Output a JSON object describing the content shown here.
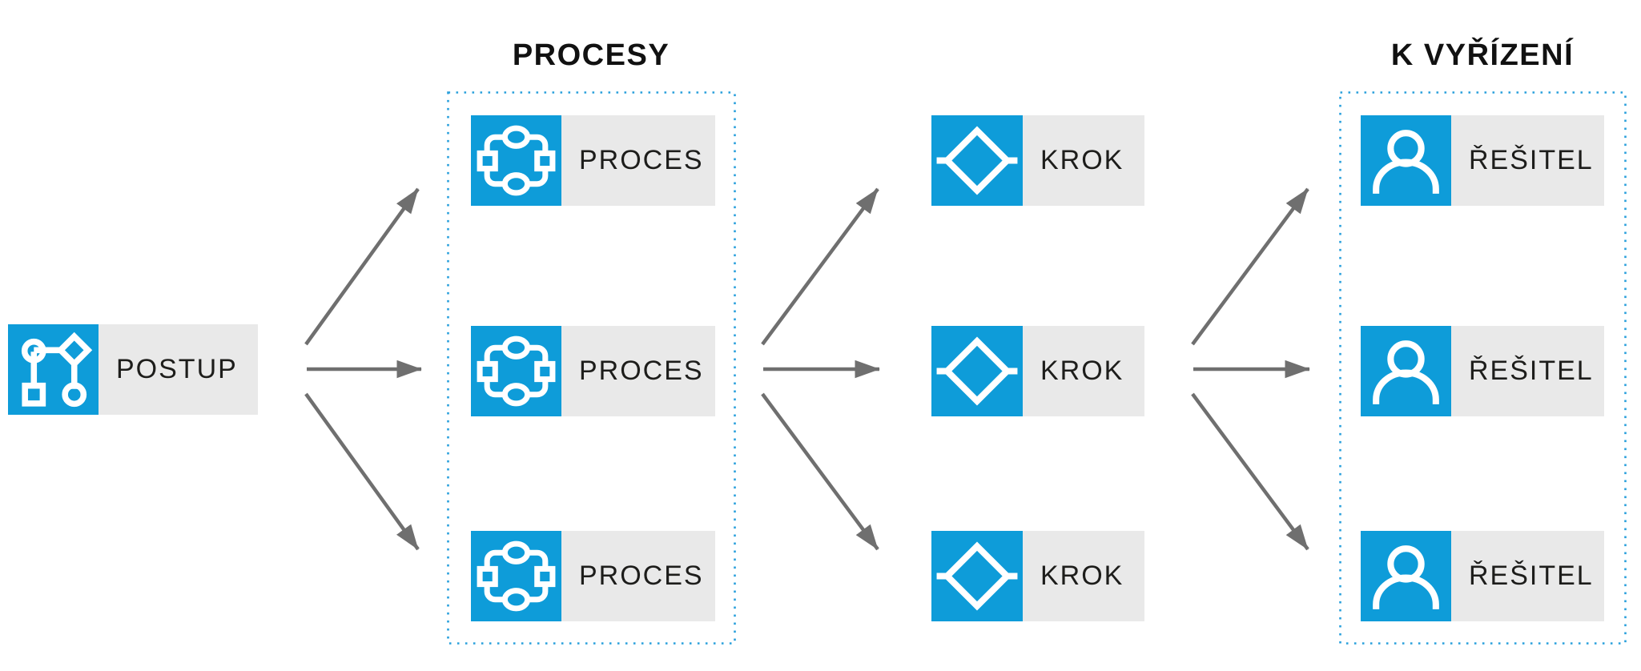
{
  "diagram": {
    "source": {
      "label": "POSTUP",
      "icon": "workflow-icon"
    },
    "groups": {
      "procesy": {
        "title": "PROCESY",
        "items": [
          {
            "label": "PROCES",
            "icon": "process-icon"
          },
          {
            "label": "PROCES",
            "icon": "process-icon"
          },
          {
            "label": "PROCES",
            "icon": "process-icon"
          }
        ]
      },
      "k_vyrizeni": {
        "title": "K VYŘÍZENÍ",
        "items": [
          {
            "label": "ŘEŠITEL",
            "icon": "person-icon"
          },
          {
            "label": "ŘEŠITEL",
            "icon": "person-icon"
          },
          {
            "label": "ŘEŠITEL",
            "icon": "person-icon"
          }
        ]
      }
    },
    "steps": {
      "items": [
        {
          "label": "KROK",
          "icon": "decision-step-icon"
        },
        {
          "label": "KROK",
          "icon": "decision-step-icon"
        },
        {
          "label": "KROK",
          "icon": "decision-step-icon"
        }
      ]
    },
    "colors": {
      "accent_blue": "#0e9cd9",
      "label_background": "#e9e9e9",
      "arrow_gray": "#6f6f6f",
      "dotted_border_blue": "#2aa0dc",
      "text_dark": "#1d1d1b"
    }
  }
}
